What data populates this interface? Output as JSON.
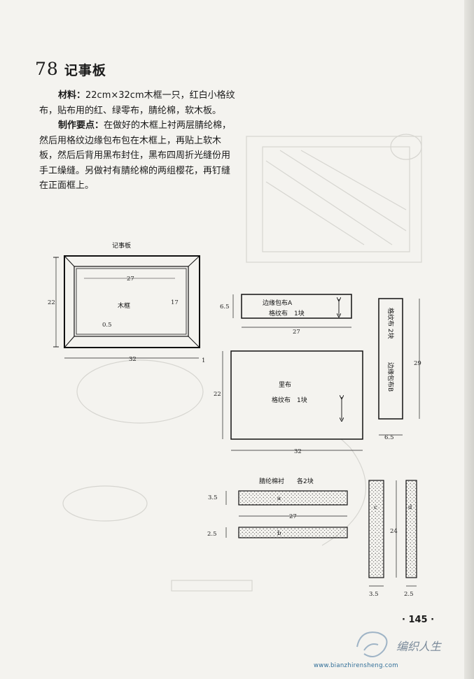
{
  "header": {
    "number": "78",
    "title": "记事板"
  },
  "materials": {
    "label": "材料：",
    "text": "22cm×32cm木框一只，红白小格纹布，贴布用的红、绿零布，腈纶棉，软木板。"
  },
  "method": {
    "label": "制作要点：",
    "text": "在做好的木框上衬两层腈纶棉，然后用格纹边缘包布包在木框上，再贴上软木板，然后后背用黑布封住，黑布四周折光缝份用手工缲缝。另做衬有腈纶棉的两组樱花，再钉缝在正面框上。"
  },
  "diagram": {
    "frame": {
      "title": "记事板",
      "center": "木框",
      "w": "32",
      "h": "22",
      "inner_w": "27",
      "inner_h": "17",
      "bevel": "0.5",
      "edge": "1"
    },
    "band_a": {
      "line1": "边缘包布A",
      "line2": "格纹布　1块",
      "h": "6.5",
      "w": "27"
    },
    "band_b": {
      "line1": "格纹布 2块",
      "line2": "边缘包布B",
      "w": "6.5",
      "h": "29"
    },
    "lining": {
      "line1": "里布",
      "line2": "格纹布　1块",
      "w": "32",
      "h": "22"
    },
    "batting": {
      "title": "腈纶棉衬　　各2块",
      "a": "a",
      "b": "b",
      "c": "c",
      "d": "d",
      "h_a": "3.5",
      "h_b": "2.5",
      "w_ab": "27",
      "h_cd": "24",
      "w_c": "3.5",
      "w_d": "2.5"
    }
  },
  "page_number": "· 145 ·",
  "watermark": {
    "brand": "编织人生",
    "url": "www.bianzhirensheng.com"
  }
}
